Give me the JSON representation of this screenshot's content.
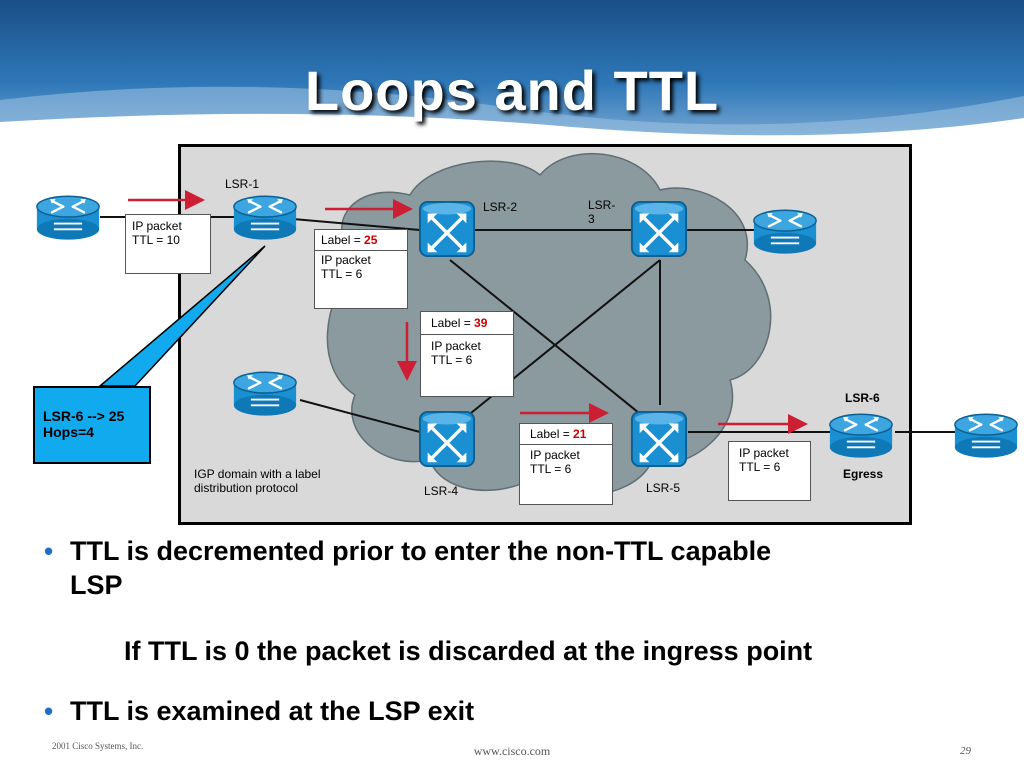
{
  "slide": {
    "title": "Loops and TTL"
  },
  "diagram": {
    "router_labels": {
      "lsr1": "LSR-1",
      "lsr2": "LSR-2",
      "lsr3_line1": "LSR-",
      "lsr3_line2": "3",
      "lsr4": "LSR-4",
      "lsr5": "LSR-5",
      "lsr6": "LSR-6",
      "egress": "Egress"
    },
    "domain_caption_line1": "IGP domain with a label",
    "domain_caption_line2": "distribution protocol",
    "packets": [
      {
        "label_prefix": "",
        "label_value": "",
        "line1": "IP packet",
        "line2": "TTL = 10"
      },
      {
        "label_prefix": "Label = ",
        "label_value": "25",
        "line1": "IP packet",
        "line2": "TTL = 6"
      },
      {
        "label_prefix": "Label = ",
        "label_value": "39",
        "line1": "IP packet",
        "line2": "TTL = 6"
      },
      {
        "label_prefix": "Label = ",
        "label_value": "21",
        "line1": "IP packet",
        "line2": "TTL = 6"
      },
      {
        "label_prefix": "",
        "label_value": "",
        "line1": "IP packet",
        "line2": "TTL = 6"
      }
    ],
    "callout": {
      "line1": "LSR-6 --> 25",
      "line2": "Hops=4"
    }
  },
  "bullets": [
    {
      "line1": "TTL is decremented prior to enter the non-TTL capable",
      "line2": "LSP"
    },
    {
      "line1": "TTL is examined at the LSP exit"
    }
  ],
  "sub_bullet": "If TTL is 0 the packet is discarded at the ingress point",
  "footer": {
    "copyright": "2001 Cisco Systems, Inc.",
    "url": "www.cisco.com",
    "page_number": "29"
  },
  "colors": {
    "banner": "#1f5f9e",
    "cloud": "#8a9a9e",
    "router": "#1a8fd1",
    "arrow": "#cc1f33",
    "callout": "#11aaee",
    "bullet_dot": "#1f6ec8"
  }
}
